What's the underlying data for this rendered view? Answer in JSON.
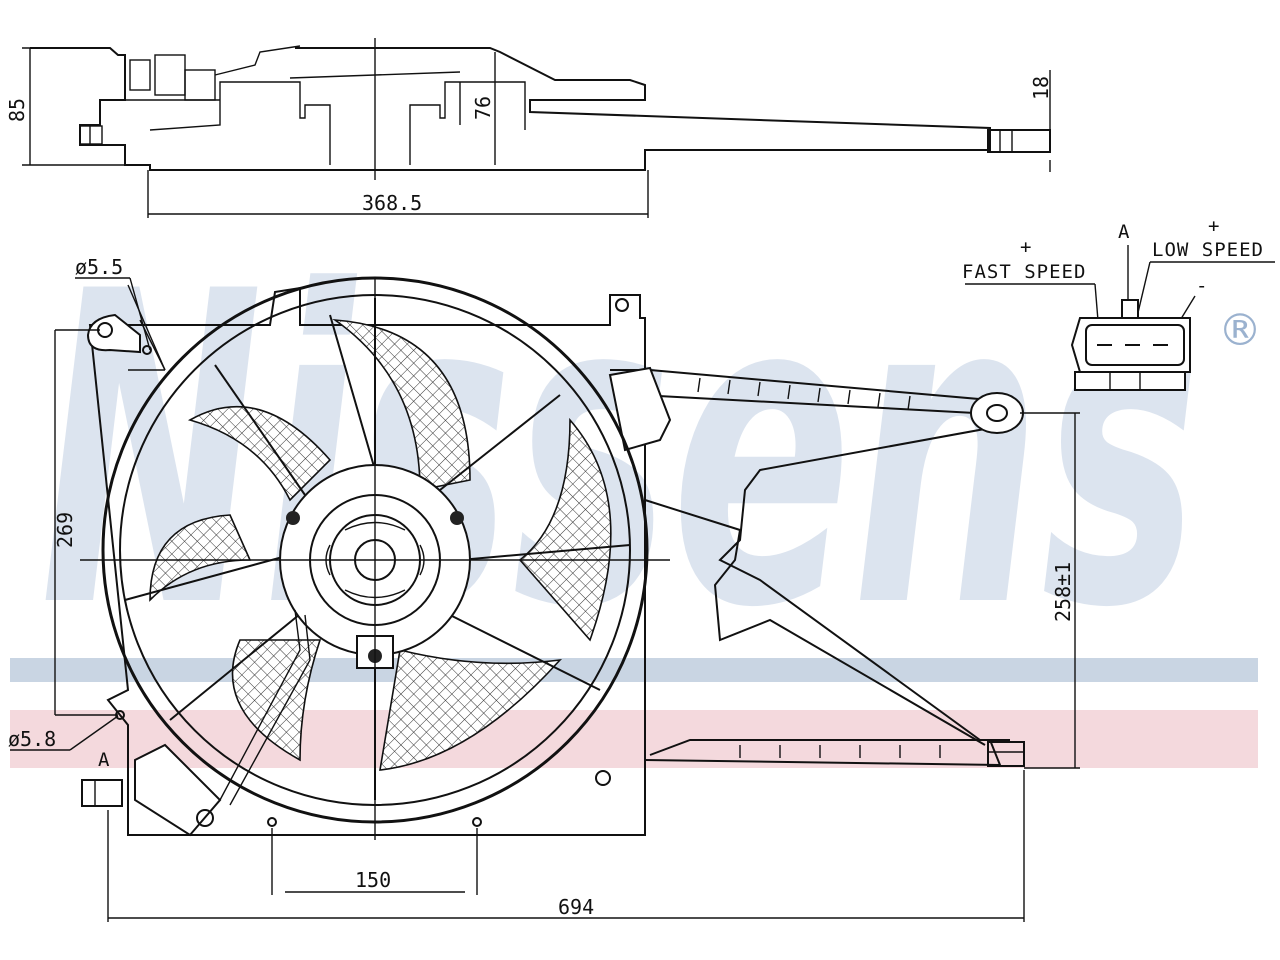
{
  "watermark": {
    "brand": "Nissens",
    "registered": "®",
    "text_color": "#5f85b5",
    "blue_band_color": "#b7c7d9",
    "red_band_color": "#f0c9cf"
  },
  "dimensions": {
    "overall_height_top": "85",
    "shroud_depth": "76",
    "bracket_thickness": "18",
    "shroud_width": "368.5",
    "hole_top_left": "ø5.5",
    "hole_bottom_left": "ø5.8",
    "left_vertical": "269",
    "right_vertical": "258±1",
    "bottom_spacing": "150",
    "overall_width": "694"
  },
  "connector": {
    "pin_label": "A",
    "fast_speed": "FAST SPEED",
    "low_speed": "LOW SPEED",
    "plus": "+",
    "minus": "-"
  },
  "views": {
    "bottom_connector_label": "A"
  }
}
